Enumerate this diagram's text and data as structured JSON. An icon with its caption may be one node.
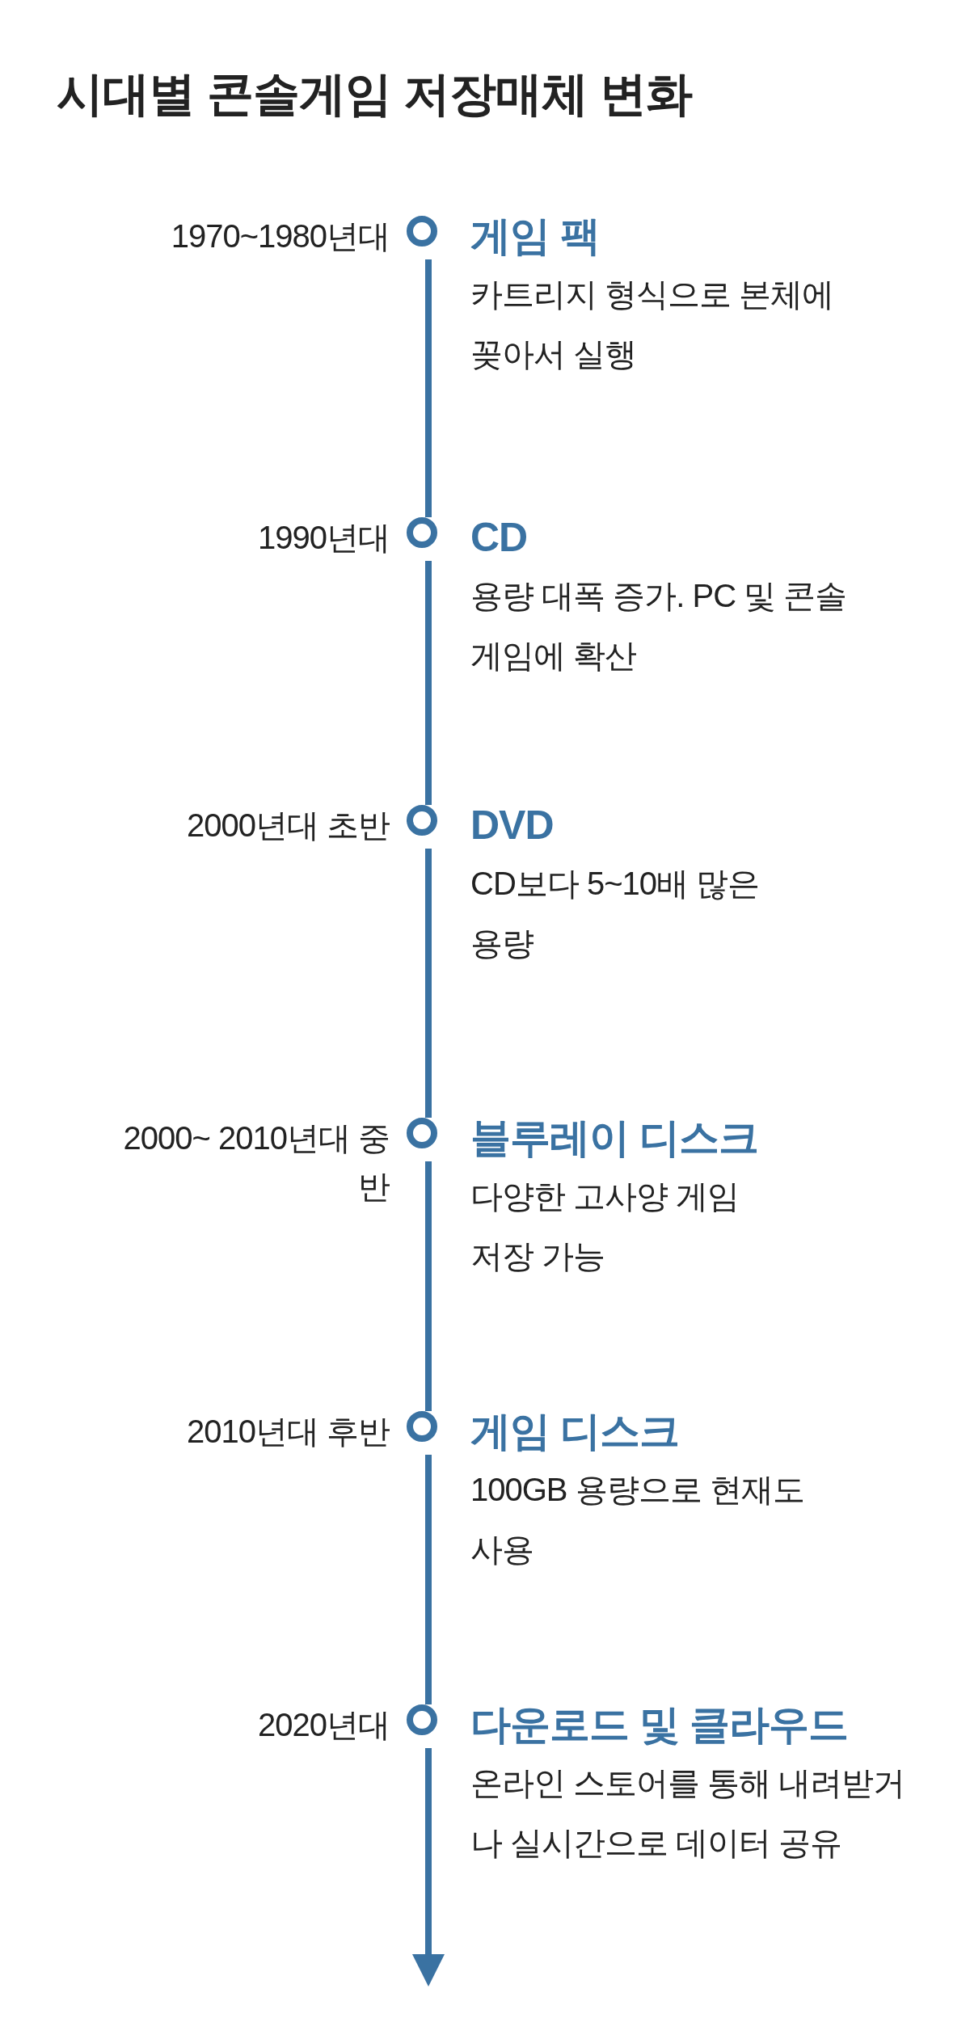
{
  "diagram": {
    "title": "시대별 콘솔게임 저장매체 변화",
    "nodes": [
      {
        "text": [],
        "shape": "circle",
        "beside": [
          "1970~1980년대",
          "게임 팩",
          "카트리지 형식으로 본체에 꽂아서 실행"
        ]
      },
      {
        "text": [],
        "shape": "circle",
        "beside": [
          "1990년대",
          "CD",
          "용량 대폭 증가. PC 및 콘솔 게임에 확산"
        ]
      },
      {
        "text": [],
        "shape": "circle",
        "beside": [
          "2000년대 초반",
          "DVD",
          "CD보다 5~10배 많은 용량"
        ]
      },
      {
        "text": [],
        "shape": "circle",
        "beside": [
          "2000~ 2010년대 중반",
          "블루레이 디스크",
          "다양한 고사양 게임 저장 가능"
        ]
      },
      {
        "text": [],
        "shape": "circle",
        "beside": [
          "2010년대 후반",
          "게임 디스크",
          "100GB 용량으로 현재도 사용"
        ]
      },
      {
        "text": [],
        "shape": "circle",
        "beside": [
          "2020년대",
          "다운로드 및 클라우드",
          "온라인 스토어를 통해 내려받거나 실시간으로 데이터 공유"
        ]
      }
    ],
    "edges": [
      {
        "from": 0,
        "to": 1,
        "arrow": "none"
      },
      {
        "from": 1,
        "to": 2,
        "arrow": "none"
      },
      {
        "from": 2,
        "to": 3,
        "arrow": "none"
      },
      {
        "from": 3,
        "to": 4,
        "arrow": "none"
      },
      {
        "from": 4,
        "to": 5,
        "arrow": "none"
      },
      {
        "from": 5,
        "to": null,
        "arrow": "to"
      }
    ]
  }
}
